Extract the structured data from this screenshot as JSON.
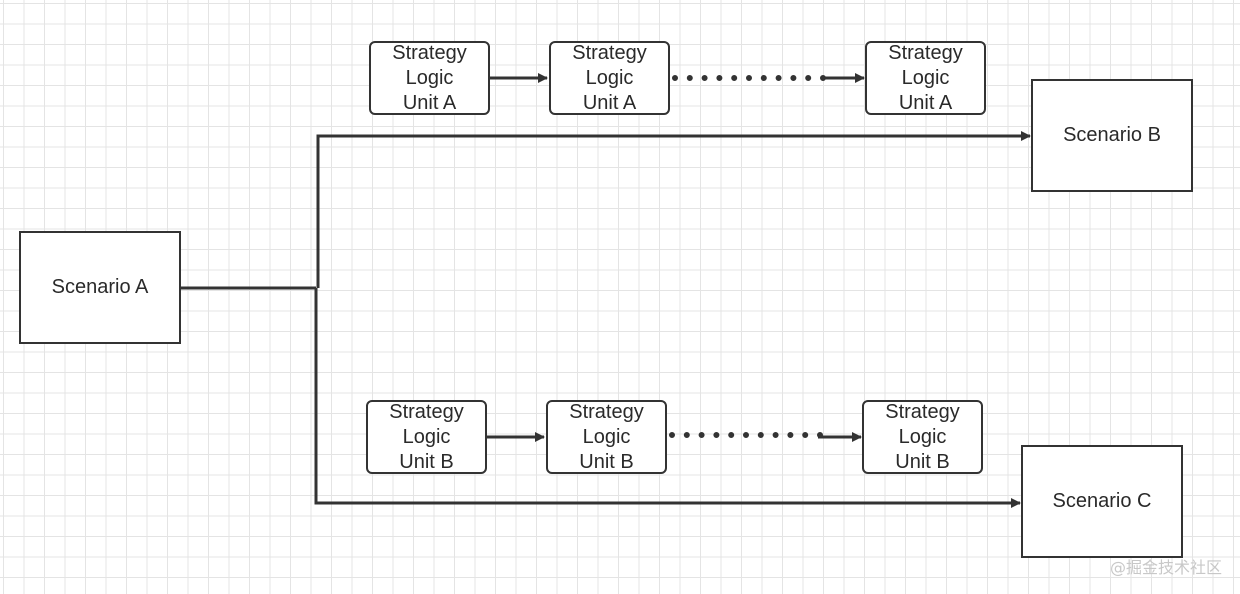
{
  "scenarios": {
    "a": "Scenario A",
    "b": "Scenario B",
    "c": "Scenario C"
  },
  "chain_a": [
    [
      "Strategy",
      "Logic",
      "Unit A"
    ],
    [
      "Strategy",
      "Logic",
      "Unit A"
    ],
    [
      "Strategy",
      "Logic",
      "Unit A"
    ]
  ],
  "chain_b": [
    [
      "Strategy",
      "Logic",
      "Unit B"
    ],
    [
      "Strategy",
      "Logic",
      "Unit B"
    ],
    [
      "Strategy",
      "Logic",
      "Unit B"
    ]
  ],
  "watermark": "@掘金技术社区",
  "colors": {
    "stroke": "#333333",
    "grid": "#e4e4e4"
  }
}
